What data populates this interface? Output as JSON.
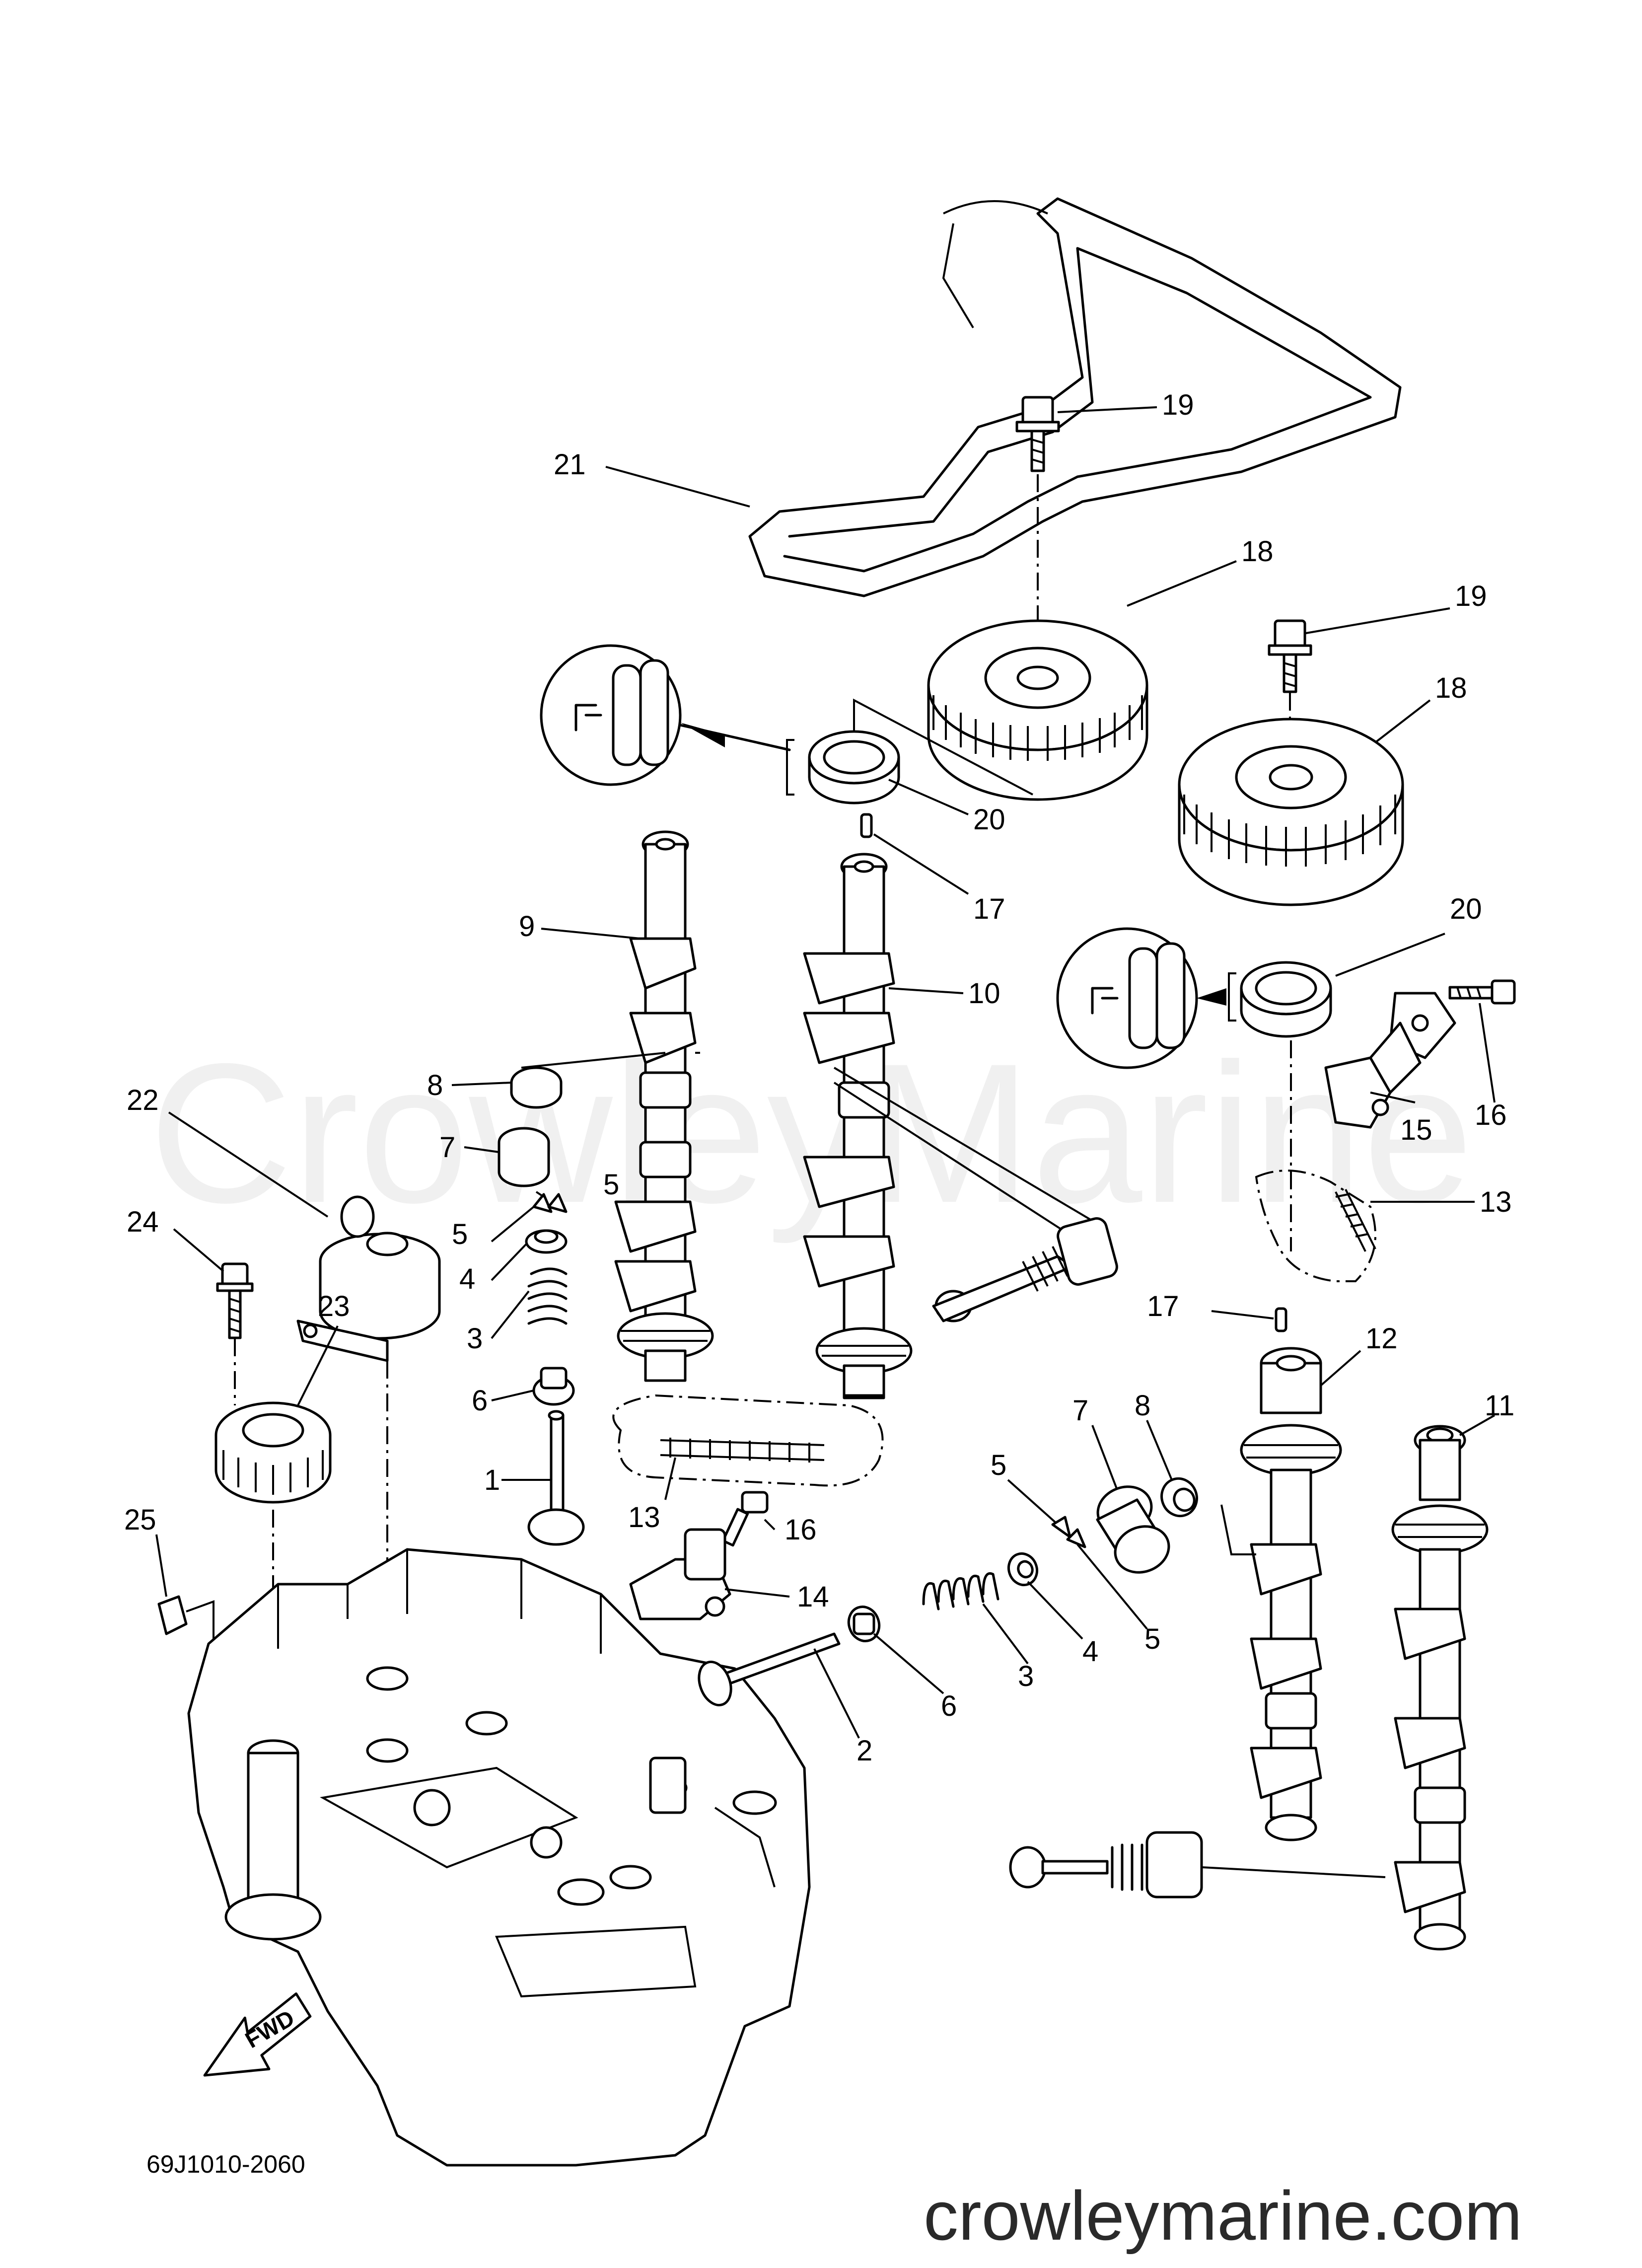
{
  "diagram": {
    "part_code": "69J1010-2060",
    "website": "crowleymarine.com",
    "watermark": "CrowleyMarine",
    "fwd_label": "FWD"
  },
  "callouts": [
    {
      "id": "c21",
      "label": "21"
    },
    {
      "id": "c19a",
      "label": "19"
    },
    {
      "id": "c18a",
      "label": "18"
    },
    {
      "id": "c19b",
      "label": "19"
    },
    {
      "id": "c18b",
      "label": "18"
    },
    {
      "id": "c20a",
      "label": "20"
    },
    {
      "id": "c17a",
      "label": "17"
    },
    {
      "id": "c9",
      "label": "9"
    },
    {
      "id": "c10",
      "label": "10"
    },
    {
      "id": "c20b",
      "label": "20"
    },
    {
      "id": "c16a",
      "label": "16"
    },
    {
      "id": "c15",
      "label": "15"
    },
    {
      "id": "c13a",
      "label": "13"
    },
    {
      "id": "c8a",
      "label": "8"
    },
    {
      "id": "c22",
      "label": "22"
    },
    {
      "id": "c7a",
      "label": "7"
    },
    {
      "id": "c5a",
      "label": "5"
    },
    {
      "id": "c5b",
      "label": "5"
    },
    {
      "id": "c4a",
      "label": "4"
    },
    {
      "id": "c24",
      "label": "24"
    },
    {
      "id": "c23",
      "label": "23"
    },
    {
      "id": "c3a",
      "label": "3"
    },
    {
      "id": "c6a",
      "label": "6"
    },
    {
      "id": "c1",
      "label": "1"
    },
    {
      "id": "c13b",
      "label": "13"
    },
    {
      "id": "c16b",
      "label": "16"
    },
    {
      "id": "c14",
      "label": "14"
    },
    {
      "id": "c17b",
      "label": "17"
    },
    {
      "id": "c12",
      "label": "12"
    },
    {
      "id": "c11",
      "label": "11"
    },
    {
      "id": "c7b",
      "label": "7"
    },
    {
      "id": "c8b",
      "label": "8"
    },
    {
      "id": "c5c",
      "label": "5"
    },
    {
      "id": "c5d",
      "label": "5"
    },
    {
      "id": "c4b",
      "label": "4"
    },
    {
      "id": "c3b",
      "label": "3"
    },
    {
      "id": "c6b",
      "label": "6"
    },
    {
      "id": "c2",
      "label": "2"
    },
    {
      "id": "c25",
      "label": "25"
    }
  ]
}
